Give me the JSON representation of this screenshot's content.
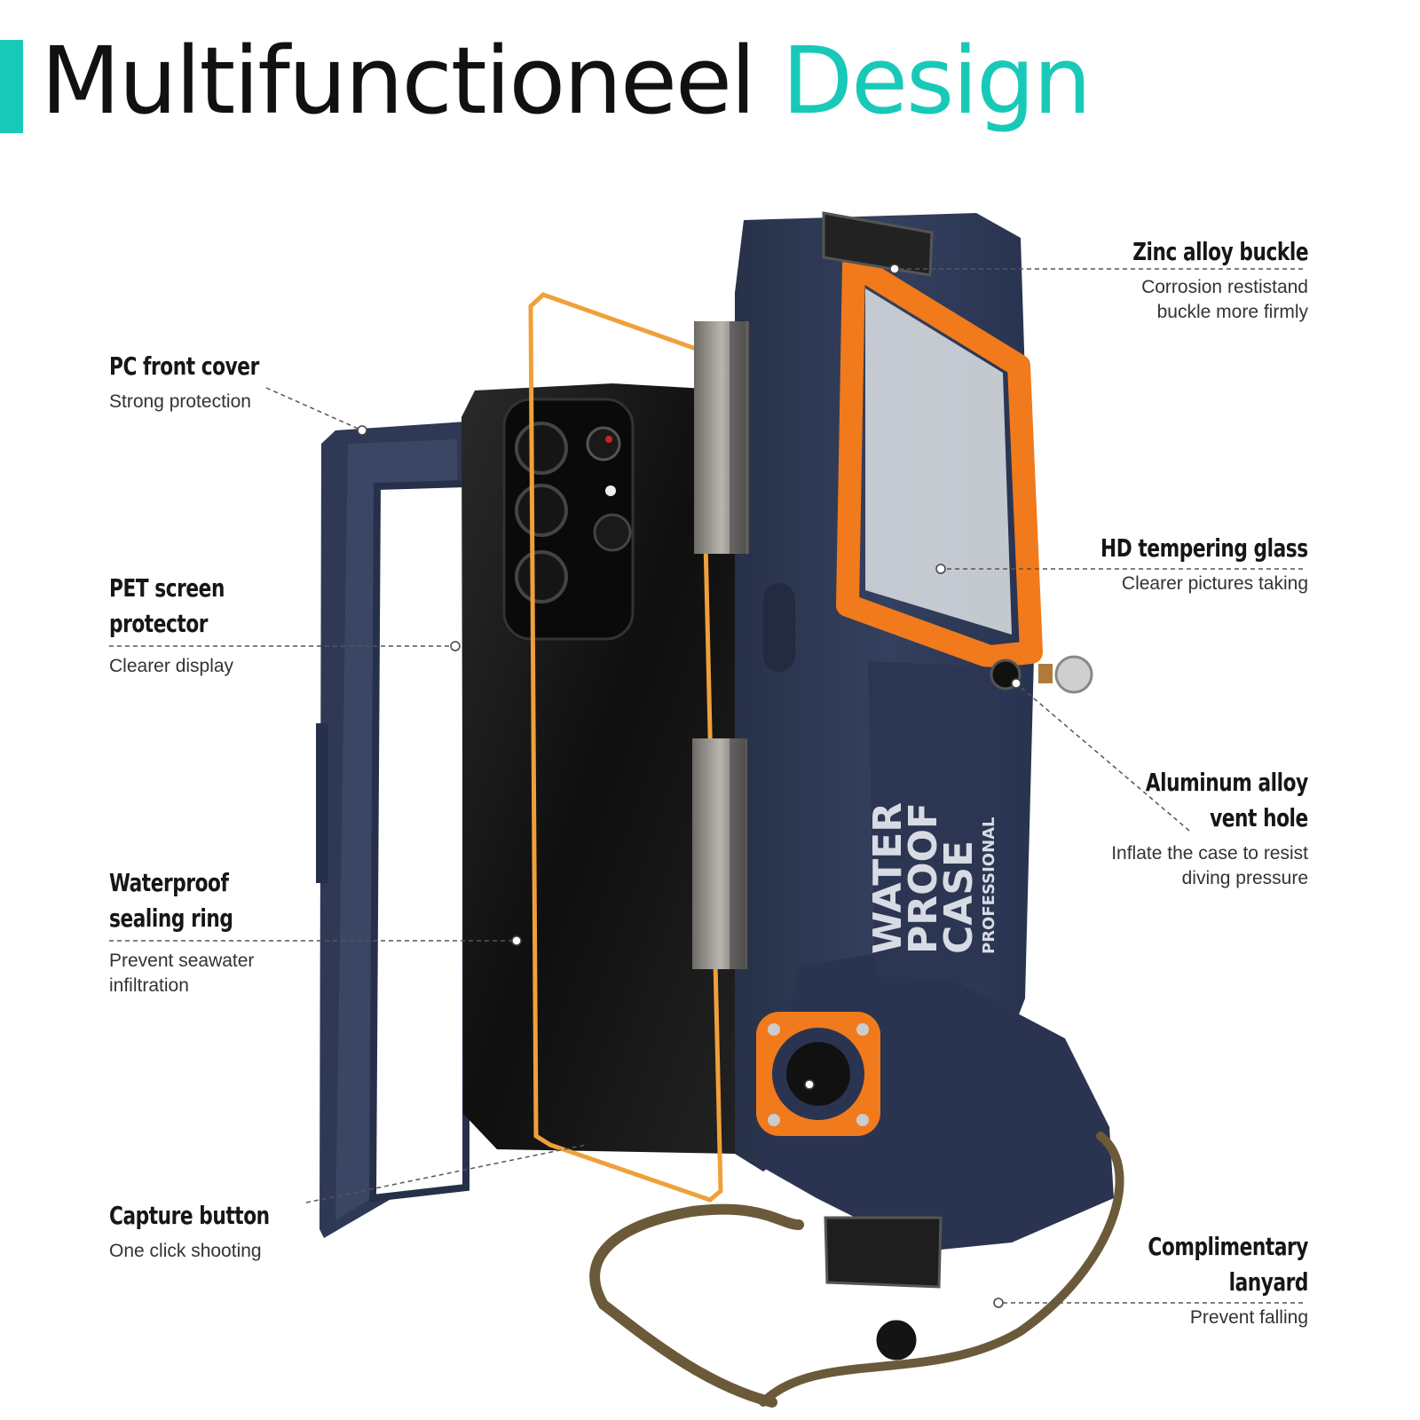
{
  "title": {
    "main": "Multifunctioneel",
    "accent": "Design"
  },
  "colors": {
    "accent": "#19c9b8",
    "case_body": "#2f3a55",
    "case_orange": "#f07a1c",
    "lanyard": "#6b5a3a"
  },
  "callouts": {
    "pc_front_cover": {
      "title": "PC front cover",
      "sub": [
        "Strong protection"
      ]
    },
    "pet_screen": {
      "title": [
        "PET screen",
        "protector"
      ],
      "sub": [
        "Clearer display"
      ]
    },
    "sealing_ring": {
      "title": [
        "Waterproof",
        "sealing ring"
      ],
      "sub": [
        "Prevent seawater",
        "infiltration"
      ]
    },
    "capture_button": {
      "title": "Capture button",
      "sub": [
        "One click shooting"
      ]
    },
    "zinc_buckle": {
      "title": "Zinc alloy buckle",
      "sub": [
        "Corrosion restistand",
        "buckle more firmly"
      ]
    },
    "hd_glass": {
      "title": "HD tempering glass",
      "sub": [
        "Clearer pictures taking"
      ]
    },
    "vent_hole": {
      "title": [
        "Aluminum alloy",
        "vent hole"
      ],
      "sub": [
        "Inflate the case to resist",
        "diving pressure"
      ]
    },
    "lanyard": {
      "title": [
        "Complimentary",
        "lanyard"
      ],
      "sub": [
        "Prevent falling"
      ]
    }
  },
  "case_print": {
    "line1": "WATER",
    "line2": "PROOF",
    "line3": "CASE",
    "line4": "PROFESSIONAL"
  }
}
